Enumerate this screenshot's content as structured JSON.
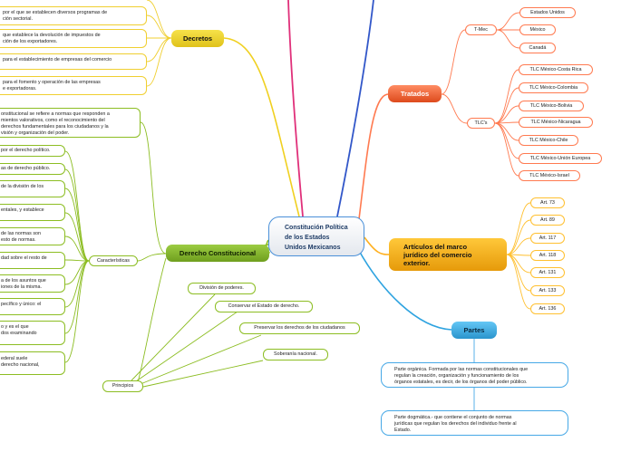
{
  "central": {
    "line1": "Constitución Política",
    "line2": "de los Estados",
    "line3": "Unidos Mexicanos"
  },
  "decretos": {
    "label": "Decretos",
    "items": [
      "por el que se establecen diversos programas de",
      "ción sectorial.",
      "que establece la devolución de impuestos de",
      "ción de los exportadores.",
      "para el establecimiento de empresas del comercio",
      "para el fomento y operación de las empresas",
      "e exportadoras."
    ]
  },
  "derecho_const": {
    "label": "Derecho Constitucional",
    "definicion": [
      "onstitucional se refiere a normas que responden a",
      "mientos valorativos, como el reconocimiento del",
      "derechos fundamentales para los ciudadanos y la",
      "visión y organización del poder."
    ],
    "caracteristicas_label": "Características",
    "caracteristicas": [
      [
        "por el derecho político."
      ],
      [
        "as de derecho público."
      ],
      [
        "de la división de los"
      ],
      [
        "entales, y establece"
      ],
      [
        "de las normas son",
        "esto de normas."
      ],
      [
        "dad sobre el resto de"
      ],
      [
        "a de los asuntos que",
        "iones de la misma."
      ],
      [
        "pecífico y único: el"
      ],
      [
        "o y es el que",
        "dos examinando"
      ],
      [
        "ederal suele",
        "derecho nacional,"
      ]
    ],
    "principios_label": "Principios",
    "principios": [
      "División de poderes.",
      "Conservar el Estado de derecho.",
      "Preservar los derechos de los ciudadanos",
      "Soberanía nacional."
    ]
  },
  "tratados": {
    "label": "Tratados",
    "tmec_label": "T-Mec",
    "tmec": [
      "Estados Unidos",
      "México",
      "Canadá"
    ],
    "tlc_label": "TLC's",
    "tlc": [
      "TLC México-Costa Rica",
      "TLC México-Colombia",
      "TLC México-Bolivia",
      "TLC México-Nicaragua",
      "TLC México-Chile",
      "TLC México-Unión Europea",
      "TLC México-Israel"
    ]
  },
  "articulos": {
    "label_line1": "Artículos del marco",
    "label_line2": "jurídico del comercio",
    "label_line3": "exterior.",
    "items": [
      "Art. 73",
      "Art. 89",
      "Art. 117",
      "Art. 118",
      "Art. 131",
      "Art. 133",
      "Art. 136"
    ]
  },
  "partes": {
    "label": "Partes",
    "organica": [
      "Parte orgánica. Formada por las normas constitucionales que",
      "regulan la creación, organización y funcionamiento de los",
      "órganos estatales, es decir, de los órganos del poder público."
    ],
    "dogmatica": [
      "Parte dogmática.- que contiene el conjunto de normas",
      "jurídicas que regulan los derechos del individuo frente al",
      "Estado."
    ]
  }
}
